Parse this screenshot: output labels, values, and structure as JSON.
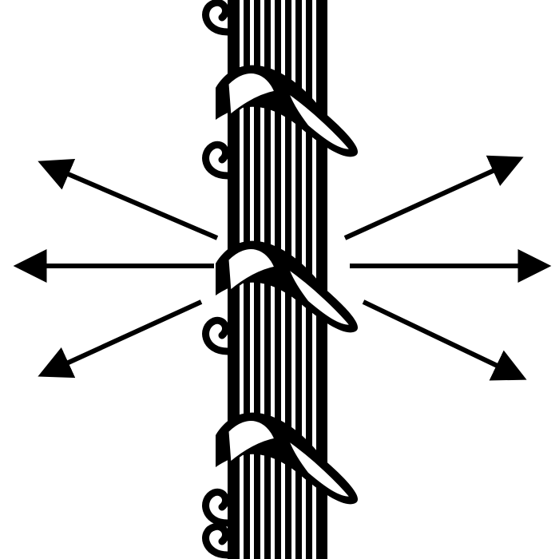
{
  "figure": {
    "subject": "spiral-wrapped-fiber",
    "arrow_count": 6,
    "twist_count": 3,
    "colors": {
      "ink": "#000000",
      "paper": "#ffffff"
    }
  }
}
